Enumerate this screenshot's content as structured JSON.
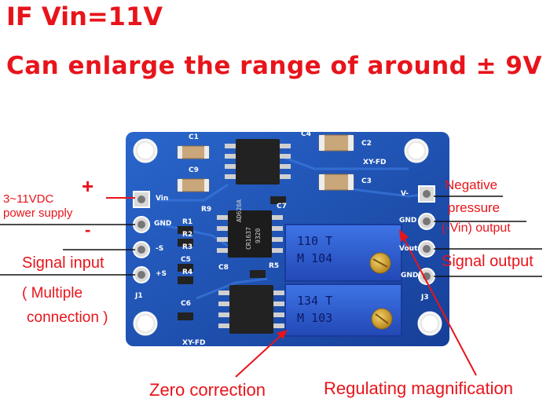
{
  "header": {
    "line1": "IF Vin=11V",
    "line2": "Can enlarge the range of around ± 9V"
  },
  "annotations": {
    "plus": "+",
    "supply": "3~11VDC",
    "supply2": "power supply",
    "minus": "-",
    "signal_input": "Signal input",
    "multiple1": "( Multiple",
    "multiple2": "connection )",
    "negative1": "Negative",
    "negative2": "pressure",
    "negative3": "(-Vin) output",
    "signal_output": "Signal output",
    "zero_correction": "Zero correction",
    "regulating": "Regulating magnification"
  },
  "board": {
    "silk": {
      "c1": "C1",
      "c2": "C2",
      "c3": "C3",
      "c4": "C4",
      "c5": "C5",
      "c6": "C6",
      "c7": "C7",
      "c8": "C8",
      "c9": "C9",
      "r1": "R1",
      "r2": "R2",
      "r3": "R3",
      "r4": "R4",
      "r5": "R5",
      "r9": "R9",
      "vin": "Vin",
      "gnd_left": "GND",
      "s_minus": "-S",
      "s_plus": "+S",
      "j1": "J1",
      "xyfd_top": "XY-FD",
      "xyfd_bottom": "XY-FD",
      "v_minus": "V-",
      "gnd_right": "GND",
      "vout": "Vout",
      "gnd_right2": "GND",
      "j3": "J3"
    },
    "chip_text_1": "AD620A",
    "chip_text_2": "CR1637",
    "chip_text_3": "9320",
    "pot_top_1": "110 T",
    "pot_top_2": "M 104",
    "pot_bottom_1": "134 T",
    "pot_bottom_2": "M 103"
  },
  "colors": {
    "accent_red": "#e8141b",
    "pcb_blue": "#1a52b5",
    "pot_blue": "#2d5fd6"
  }
}
